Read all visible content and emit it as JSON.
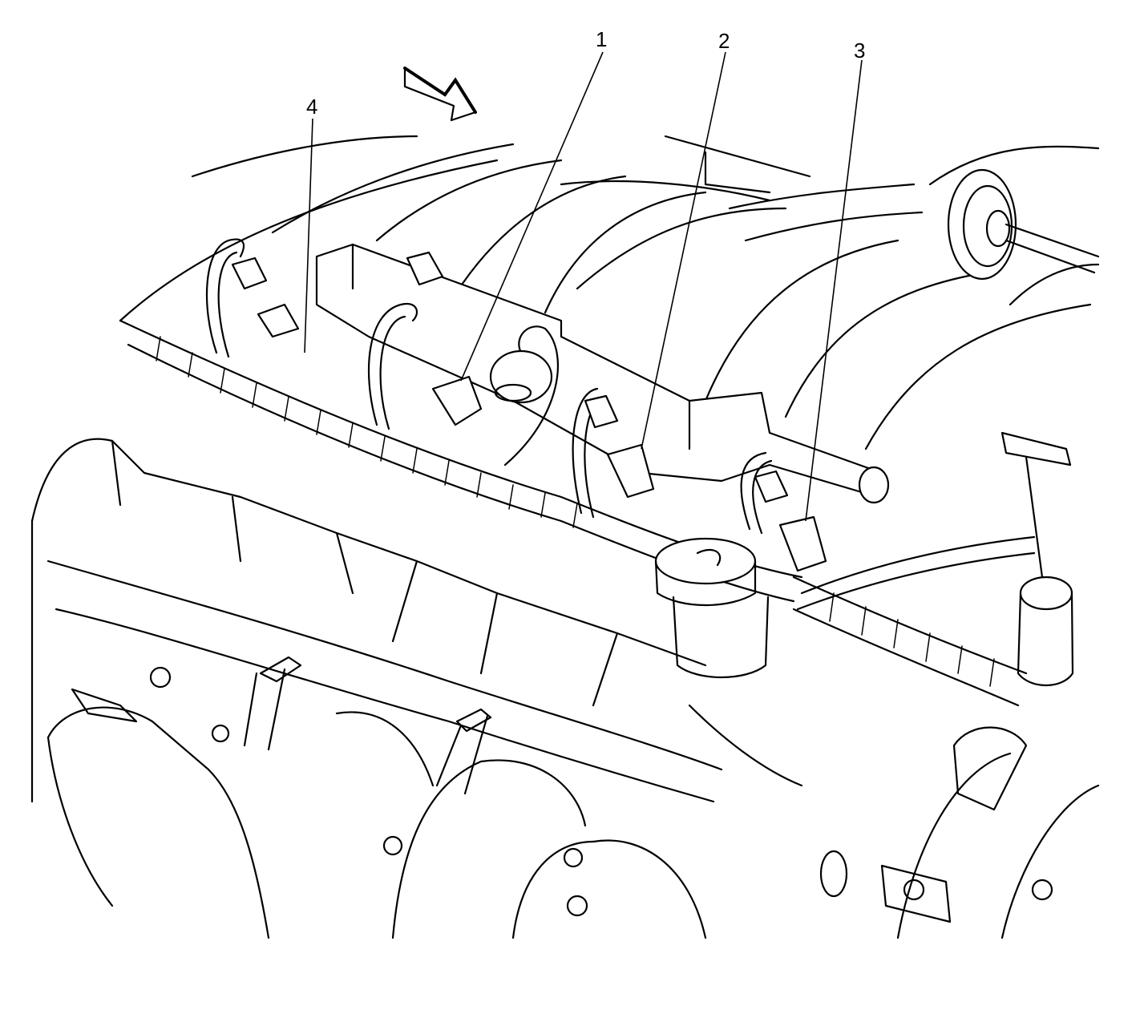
{
  "diagram": {
    "subject": "Engine top view – fuel injector electrical connectors on intake manifold",
    "style": "black-and-white technical line drawing",
    "colors": {
      "line": "#000000",
      "background": "#ffffff"
    },
    "direction_arrow": {
      "icon": "direction-arrow-icon",
      "points": "down-right"
    },
    "callouts": [
      {
        "id": "1",
        "label": "1",
        "target": "fuel-injector-connector-1"
      },
      {
        "id": "2",
        "label": "2",
        "target": "fuel-injector-connector-2"
      },
      {
        "id": "3",
        "label": "3",
        "target": "fuel-injector-connector-3"
      },
      {
        "id": "4",
        "label": "4",
        "target": "fuel-injector-connector-4"
      }
    ]
  }
}
